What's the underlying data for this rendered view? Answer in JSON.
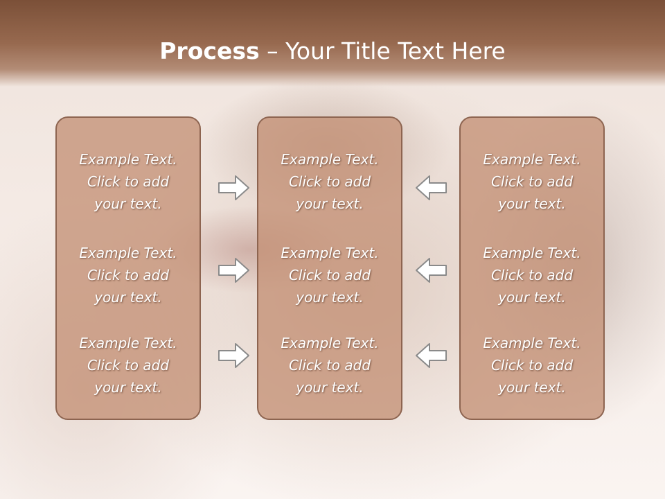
{
  "title": {
    "bold": "Process",
    "separator": " – ",
    "rest": "Your Title Text Here"
  },
  "columns": [
    {
      "items": [
        {
          "l1": "Example Text.",
          "l2": "Click  to add",
          "l3": "your text."
        },
        {
          "l1": "Example Text.",
          "l2": "Click  to add",
          "l3": "your text."
        },
        {
          "l1": "Example Text.",
          "l2": "Click  to add",
          "l3": "your text."
        }
      ]
    },
    {
      "items": [
        {
          "l1": "Example Text.",
          "l2": "Click  to add",
          "l3": "your text."
        },
        {
          "l1": "Example Text.",
          "l2": "Click  to add",
          "l3": "your text."
        },
        {
          "l1": "Example Text.",
          "l2": "Click  to add",
          "l3": "your text."
        }
      ]
    },
    {
      "items": [
        {
          "l1": "Example Text.",
          "l2": "Click  to add",
          "l3": "your text."
        },
        {
          "l1": "Example Text.",
          "l2": "Click  to add",
          "l3": "your text."
        },
        {
          "l1": "Example Text.",
          "l2": "Click  to add",
          "l3": "your text."
        }
      ]
    }
  ],
  "arrows": {
    "left_column": [
      "arrow-right-icon",
      "arrow-right-icon",
      "arrow-right-icon"
    ],
    "right_column": [
      "arrow-left-icon",
      "arrow-left-icon",
      "arrow-left-icon"
    ]
  },
  "colors": {
    "header": "#8a5c43",
    "box_fill": "#c4917680",
    "box_border": "#8d6450",
    "text": "#ffffff"
  }
}
